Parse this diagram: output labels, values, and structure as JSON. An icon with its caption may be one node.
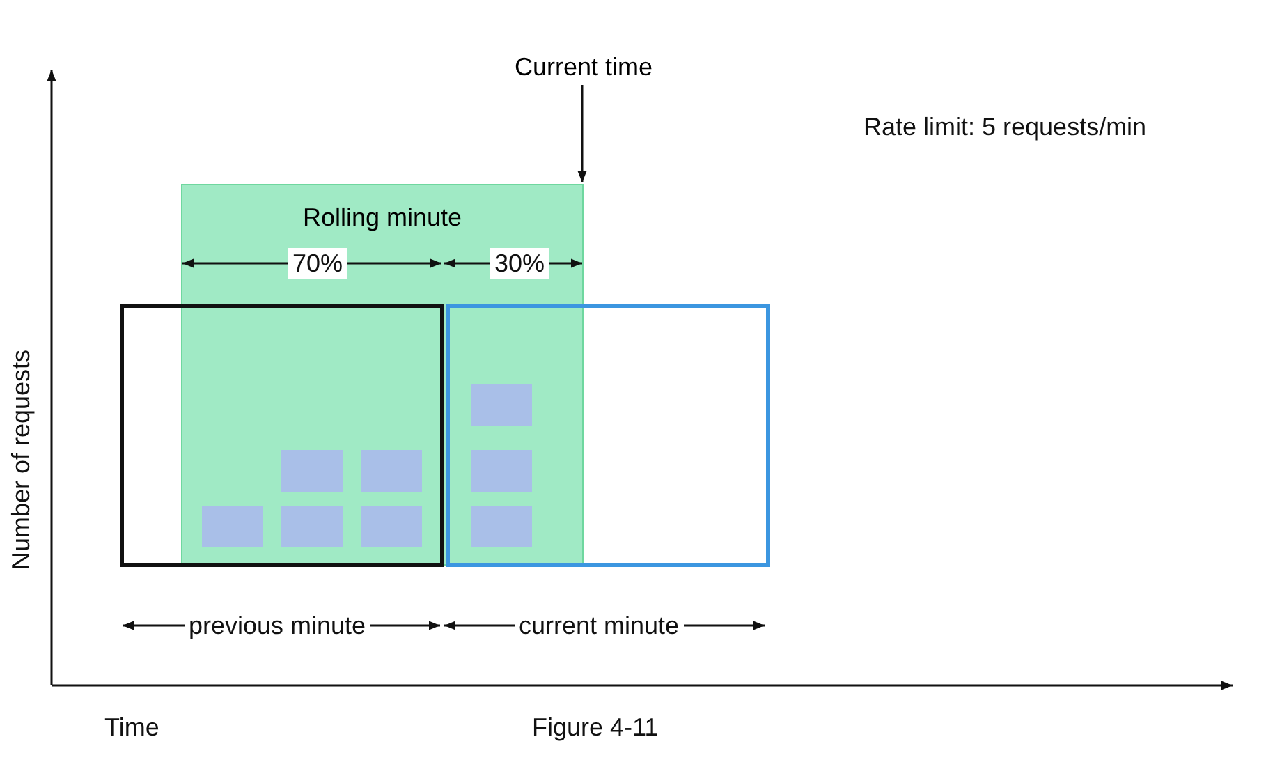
{
  "diagram": {
    "caption": "Figure 4-11",
    "nodes": [
      {
        "text": [
          "Current time"
        ]
      },
      {
        "text": [
          "Rolling minute"
        ]
      },
      {
        "text": [],
        "shape": "box"
      },
      {
        "text": [],
        "shape": "box"
      }
    ],
    "edges": [
      {
        "from": 0,
        "to": 1,
        "arrow": "to"
      }
    ],
    "labels": [
      "Rate limit: 5 requests/min",
      "70%",
      "30%",
      "Number of requests",
      "previous minute",
      "current minute",
      "Time"
    ]
  }
}
